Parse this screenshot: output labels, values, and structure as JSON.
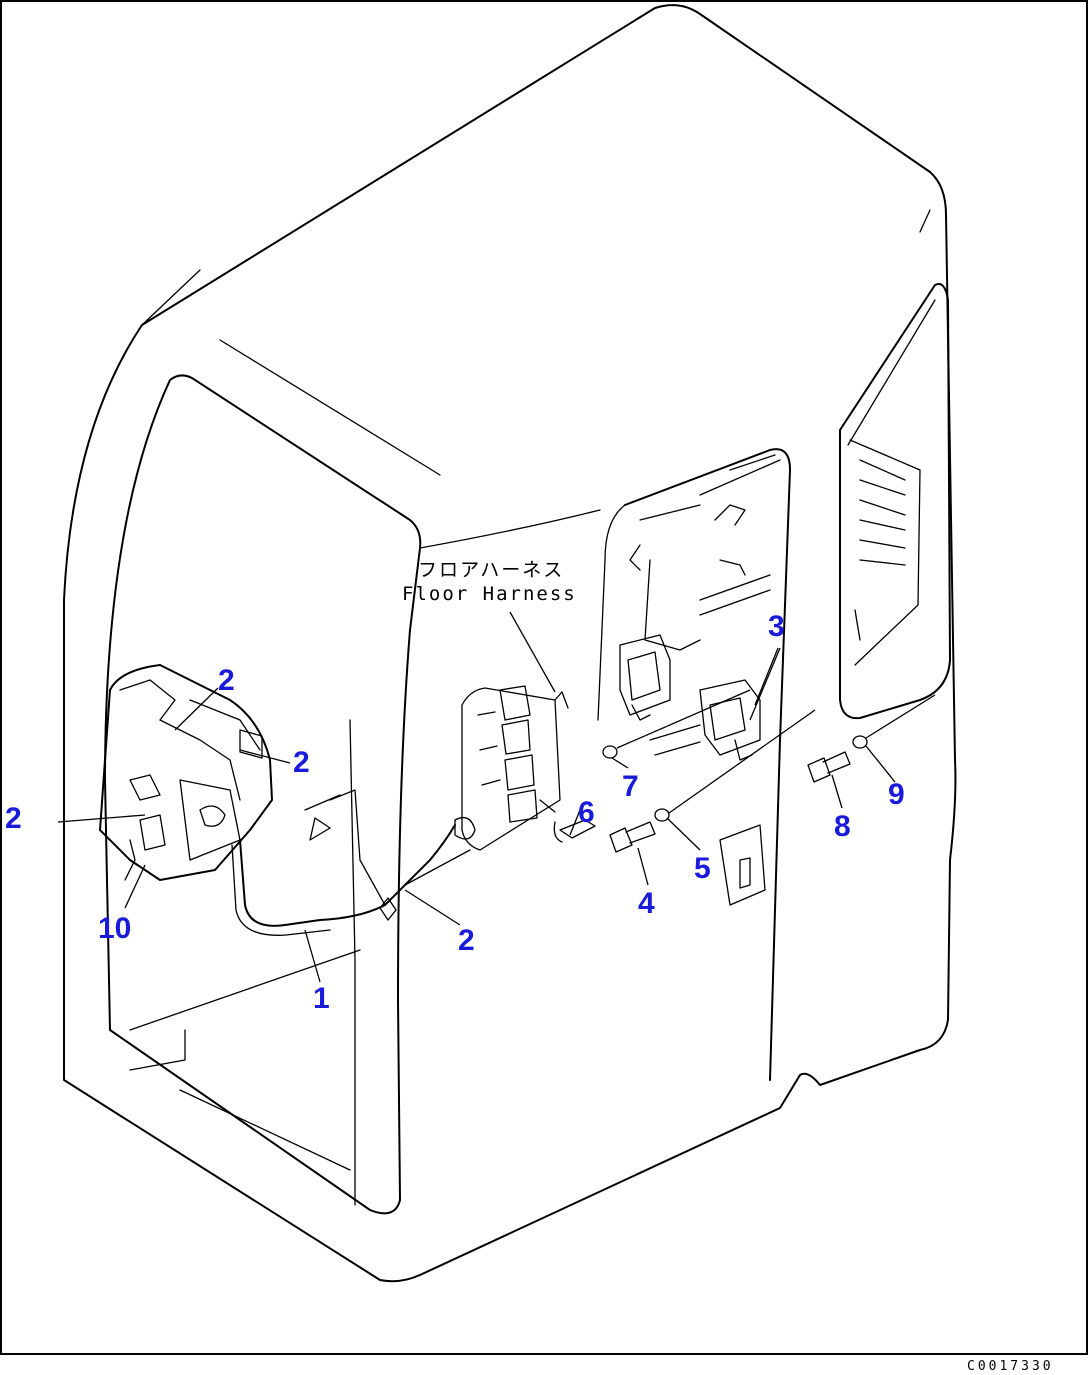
{
  "diagram": {
    "note_jp": "フロアハーネス",
    "note_en": "Floor Harness",
    "code": "C0017330",
    "callout_color": "#1a1adb",
    "callouts": [
      {
        "id": "c1",
        "label": "1"
      },
      {
        "id": "c2a",
        "label": "2"
      },
      {
        "id": "c2b",
        "label": "2"
      },
      {
        "id": "c2c",
        "label": "2"
      },
      {
        "id": "c2d",
        "label": "2"
      },
      {
        "id": "c3",
        "label": "3"
      },
      {
        "id": "c4",
        "label": "4"
      },
      {
        "id": "c5",
        "label": "5"
      },
      {
        "id": "c6",
        "label": "6"
      },
      {
        "id": "c7",
        "label": "7"
      },
      {
        "id": "c8",
        "label": "8"
      },
      {
        "id": "c9",
        "label": "9"
      },
      {
        "id": "c10",
        "label": "10"
      }
    ]
  }
}
